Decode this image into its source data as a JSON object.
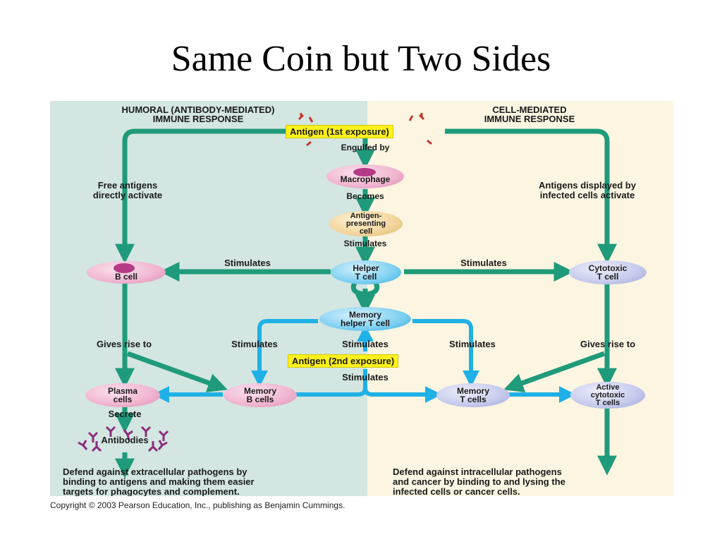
{
  "title": "Same Coin but Two Sides",
  "headers": {
    "humoral": [
      "HUMORAL (ANTIBODY-MEDIATED)",
      "IMMUNE RESPONSE"
    ],
    "cell_mediated": [
      "CELL-MEDIATED",
      "IMMUNE RESPONSE"
    ]
  },
  "antigen_first": "Antigen (1st exposure)",
  "antigen_second": "Antigen (2nd exposure)",
  "labels": {
    "engulfed_by": "Engulfed by",
    "becomes": "Becomes",
    "stimulates": "Stimulates",
    "free_antigens": [
      "Free antigens",
      "directly activate"
    ],
    "antigens_displayed": [
      "Antigens displayed by",
      "infected cells activate"
    ],
    "gives_rise_to": "Gives rise to",
    "secrete": "Secrete"
  },
  "cells": {
    "macrophage": [
      "Macrophage"
    ],
    "apc": [
      "Antigen-",
      "presenting",
      "cell"
    ],
    "helper_t": [
      "Helper",
      "T cell"
    ],
    "b_cell": [
      "B cell"
    ],
    "cytotoxic_t": [
      "Cytotoxic",
      "T cell"
    ],
    "memory_helper": [
      "Memory",
      "helper T cell"
    ],
    "plasma": [
      "Plasma",
      "cells"
    ],
    "memory_b": [
      "Memory",
      "B cells"
    ],
    "memory_t": [
      "Memory",
      "T cells"
    ],
    "active_cytotoxic": [
      "Active",
      "cytotoxic",
      "T cells"
    ],
    "antibodies": [
      "Antibodies"
    ]
  },
  "outcomes": {
    "humoral": [
      "Defend against extracellular pathogens by",
      "binding to antigens and making them easier",
      "targets for phagocytes and complement."
    ],
    "cell_mediated": [
      "Defend against intracellular pathogens",
      "and cancer by binding to and lysing the",
      "infected cells or cancer cells."
    ]
  },
  "copyright": "Copyright © 2003 Pearson Education, Inc., publishing as Benjamin Cummings.",
  "colors": {
    "green_arrow": "#1f9a7a",
    "blue_arrow": "#1fb0e6",
    "humoral_bg": "#d3e6e1",
    "cell_bg": "#fbf5e2",
    "antigen_box": "#fff21c",
    "antibody": "#8a2d7c",
    "antigen_marker": "#c0392b"
  }
}
